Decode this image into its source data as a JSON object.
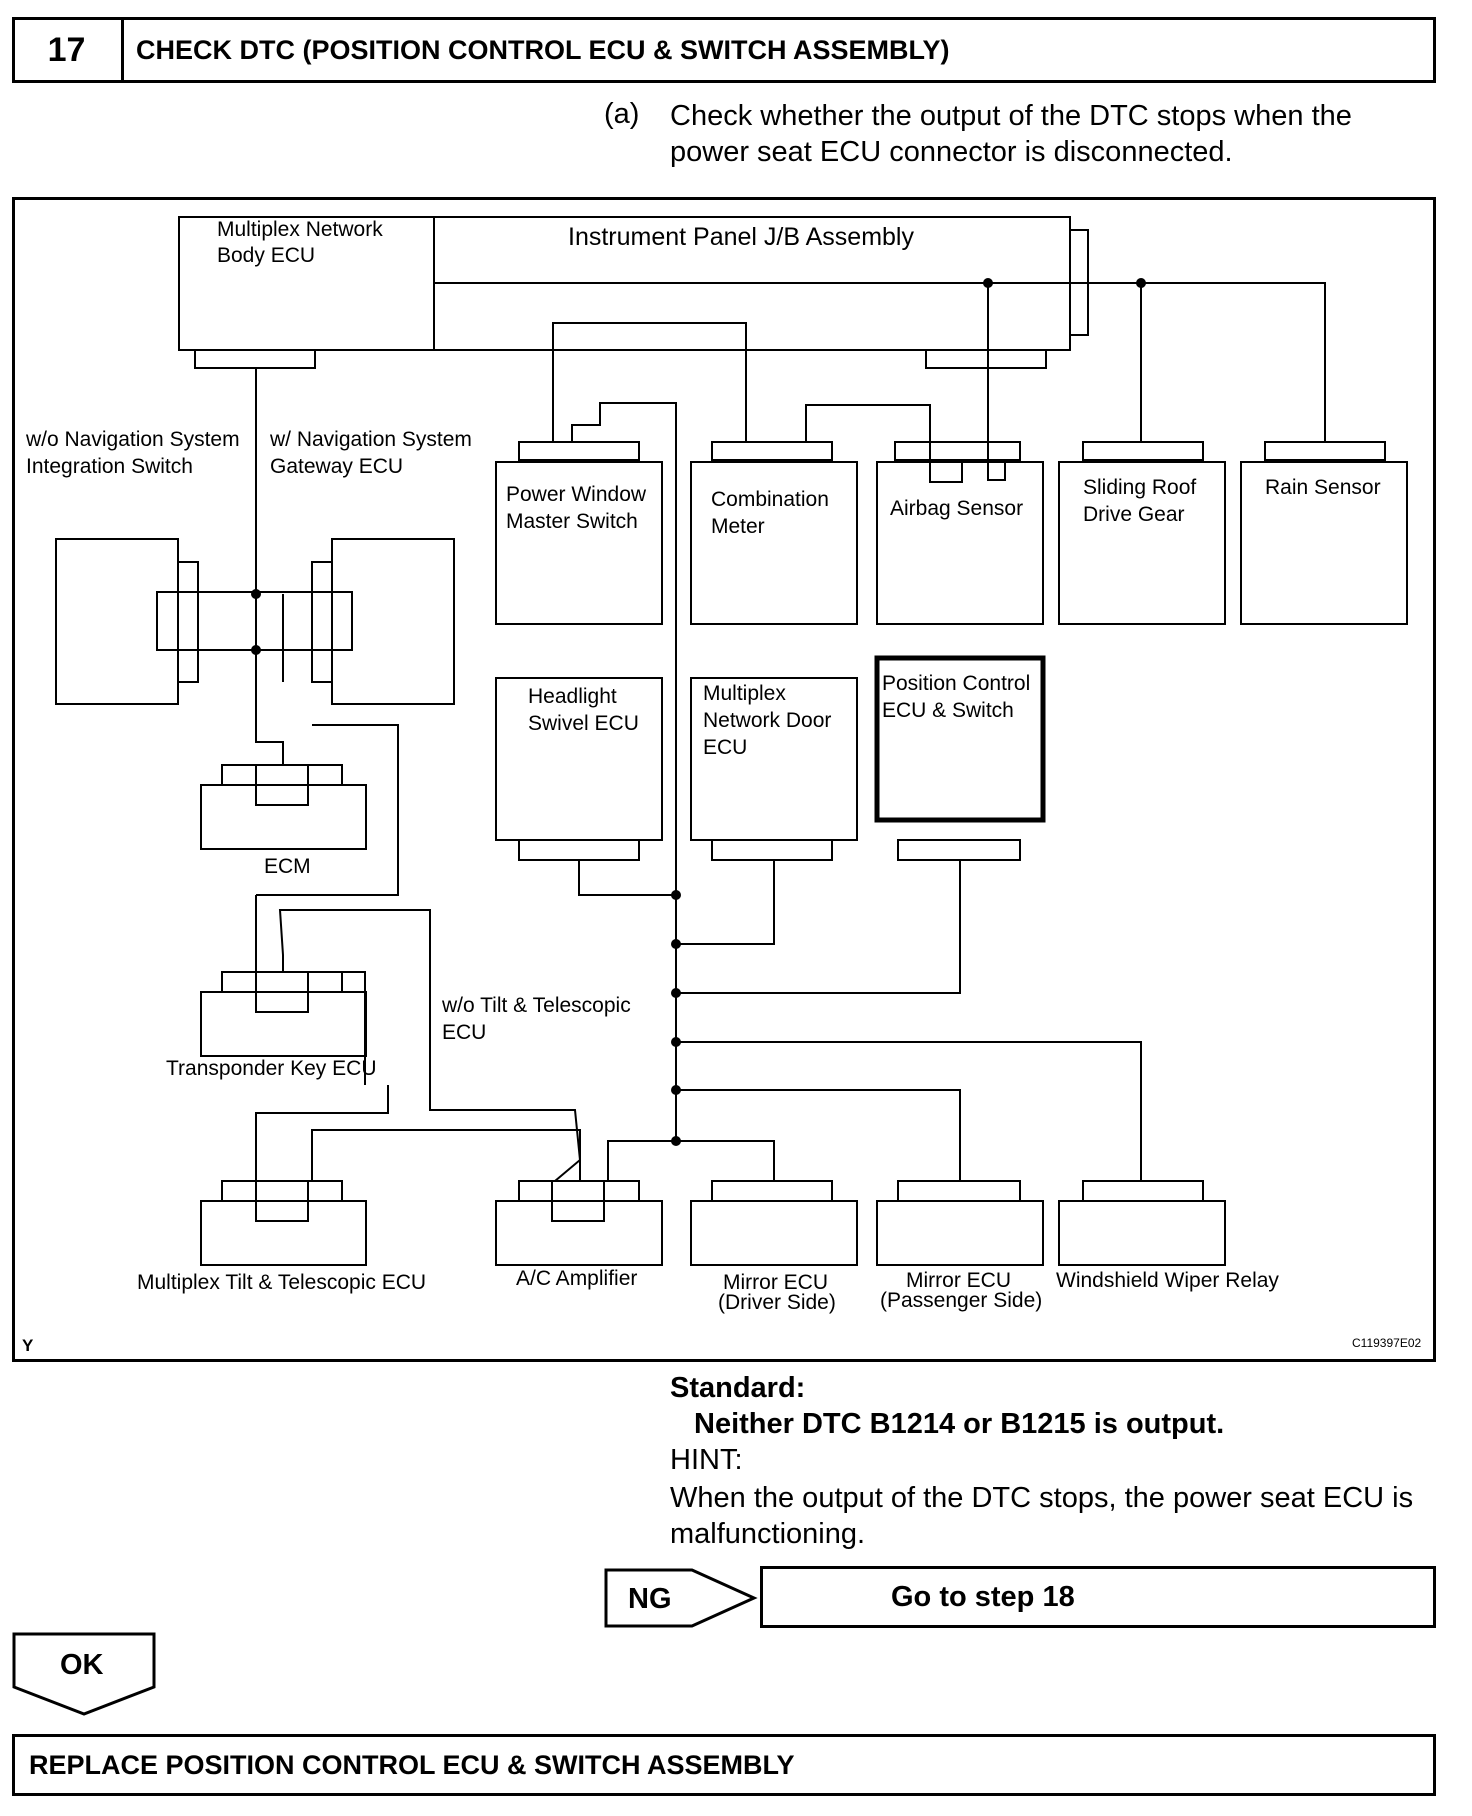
{
  "step": {
    "number": "17",
    "title": "CHECK DTC (POSITION CONTROL ECU & SWITCH ASSEMBLY)"
  },
  "instruction": {
    "label": "(a)",
    "text": "Check whether the output of the DTC stops when the power seat ECU connector is disconnected."
  },
  "diagram": {
    "multiplex_body_l1": "Multiplex Network",
    "multiplex_body_l2": "Body ECU",
    "jb_assembly": "Instrument Panel J/B Assembly",
    "wo_nav_l1": "w/o Navigation System",
    "wo_nav_l2": "Integration Switch",
    "w_nav_l1": "w/ Navigation System",
    "w_nav_l2": "Gateway ECU",
    "power_window_l1": "Power Window",
    "power_window_l2": "Master Switch",
    "combination_l1": "Combination",
    "combination_l2": "Meter",
    "airbag": "Airbag Sensor",
    "sliding_roof_l1": "Sliding Roof",
    "sliding_roof_l2": "Drive Gear",
    "rain_sensor": "Rain Sensor",
    "headlight_l1": "Headlight",
    "headlight_l2": "Swivel ECU",
    "door_ecu_l1": "Multiplex",
    "door_ecu_l2": "Network Door",
    "door_ecu_l3": "ECU",
    "position_l1": "Position Control",
    "position_l2": "ECU & Switch",
    "ecm": "ECM",
    "wo_tilt_l1": "w/o Tilt & Telescopic",
    "wo_tilt_l2": "ECU",
    "transponder": "Transponder Key ECU",
    "tilt_ecu": "Multiplex Tilt & Telescopic ECU",
    "ac_amp": "A/C Amplifier",
    "mirror_driver_l1": "Mirror ECU",
    "mirror_driver_l2": "(Driver Side)",
    "mirror_pass_l1": "Mirror ECU",
    "mirror_pass_l2": "(Passenger Side)",
    "wiper_relay": "Windshield Wiper Relay",
    "corner_letter": "Y",
    "figure_code": "C119397E02"
  },
  "standard": {
    "label": "Standard:",
    "value": "Neither DTC B1214 or B1215 is output."
  },
  "hint": {
    "label": "HINT:",
    "text": "When the output of the DTC stops, the power seat ECU is malfunctioning."
  },
  "ng": {
    "label": "NG",
    "goto": "Go to step 18"
  },
  "ok": {
    "label": "OK"
  },
  "final": {
    "text": "REPLACE POSITION CONTROL ECU & SWITCH ASSEMBLY"
  }
}
